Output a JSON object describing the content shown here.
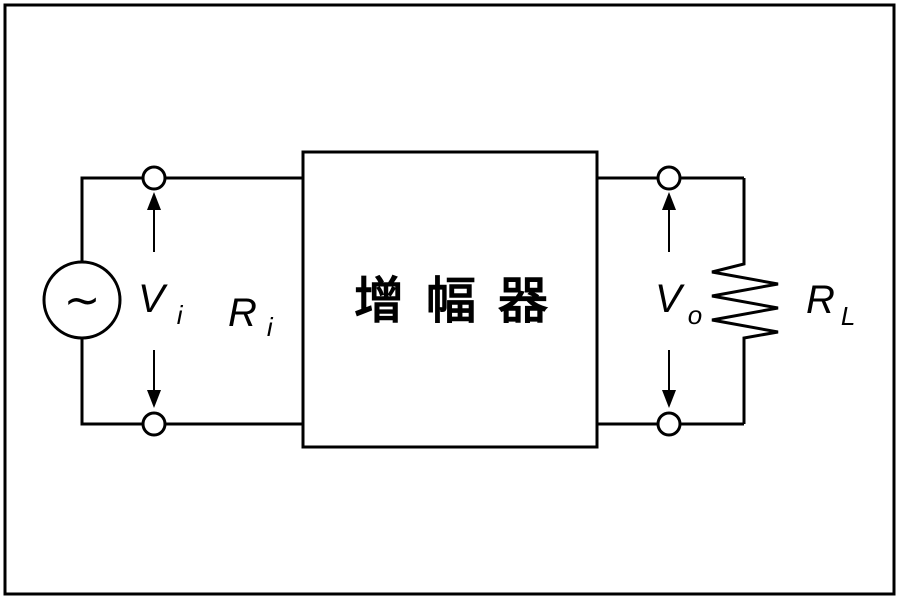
{
  "diagram": {
    "amplifier_label": "增幅器",
    "source_symbol": "~",
    "input_voltage": {
      "main": "V",
      "sub": "i"
    },
    "input_resistance": {
      "main": "R",
      "sub": "i"
    },
    "output_voltage": {
      "main": "V",
      "sub": "o"
    },
    "load_resistance": {
      "main": "R",
      "sub": "L"
    }
  },
  "colors": {
    "line": "#000000",
    "background": "#ffffff"
  }
}
